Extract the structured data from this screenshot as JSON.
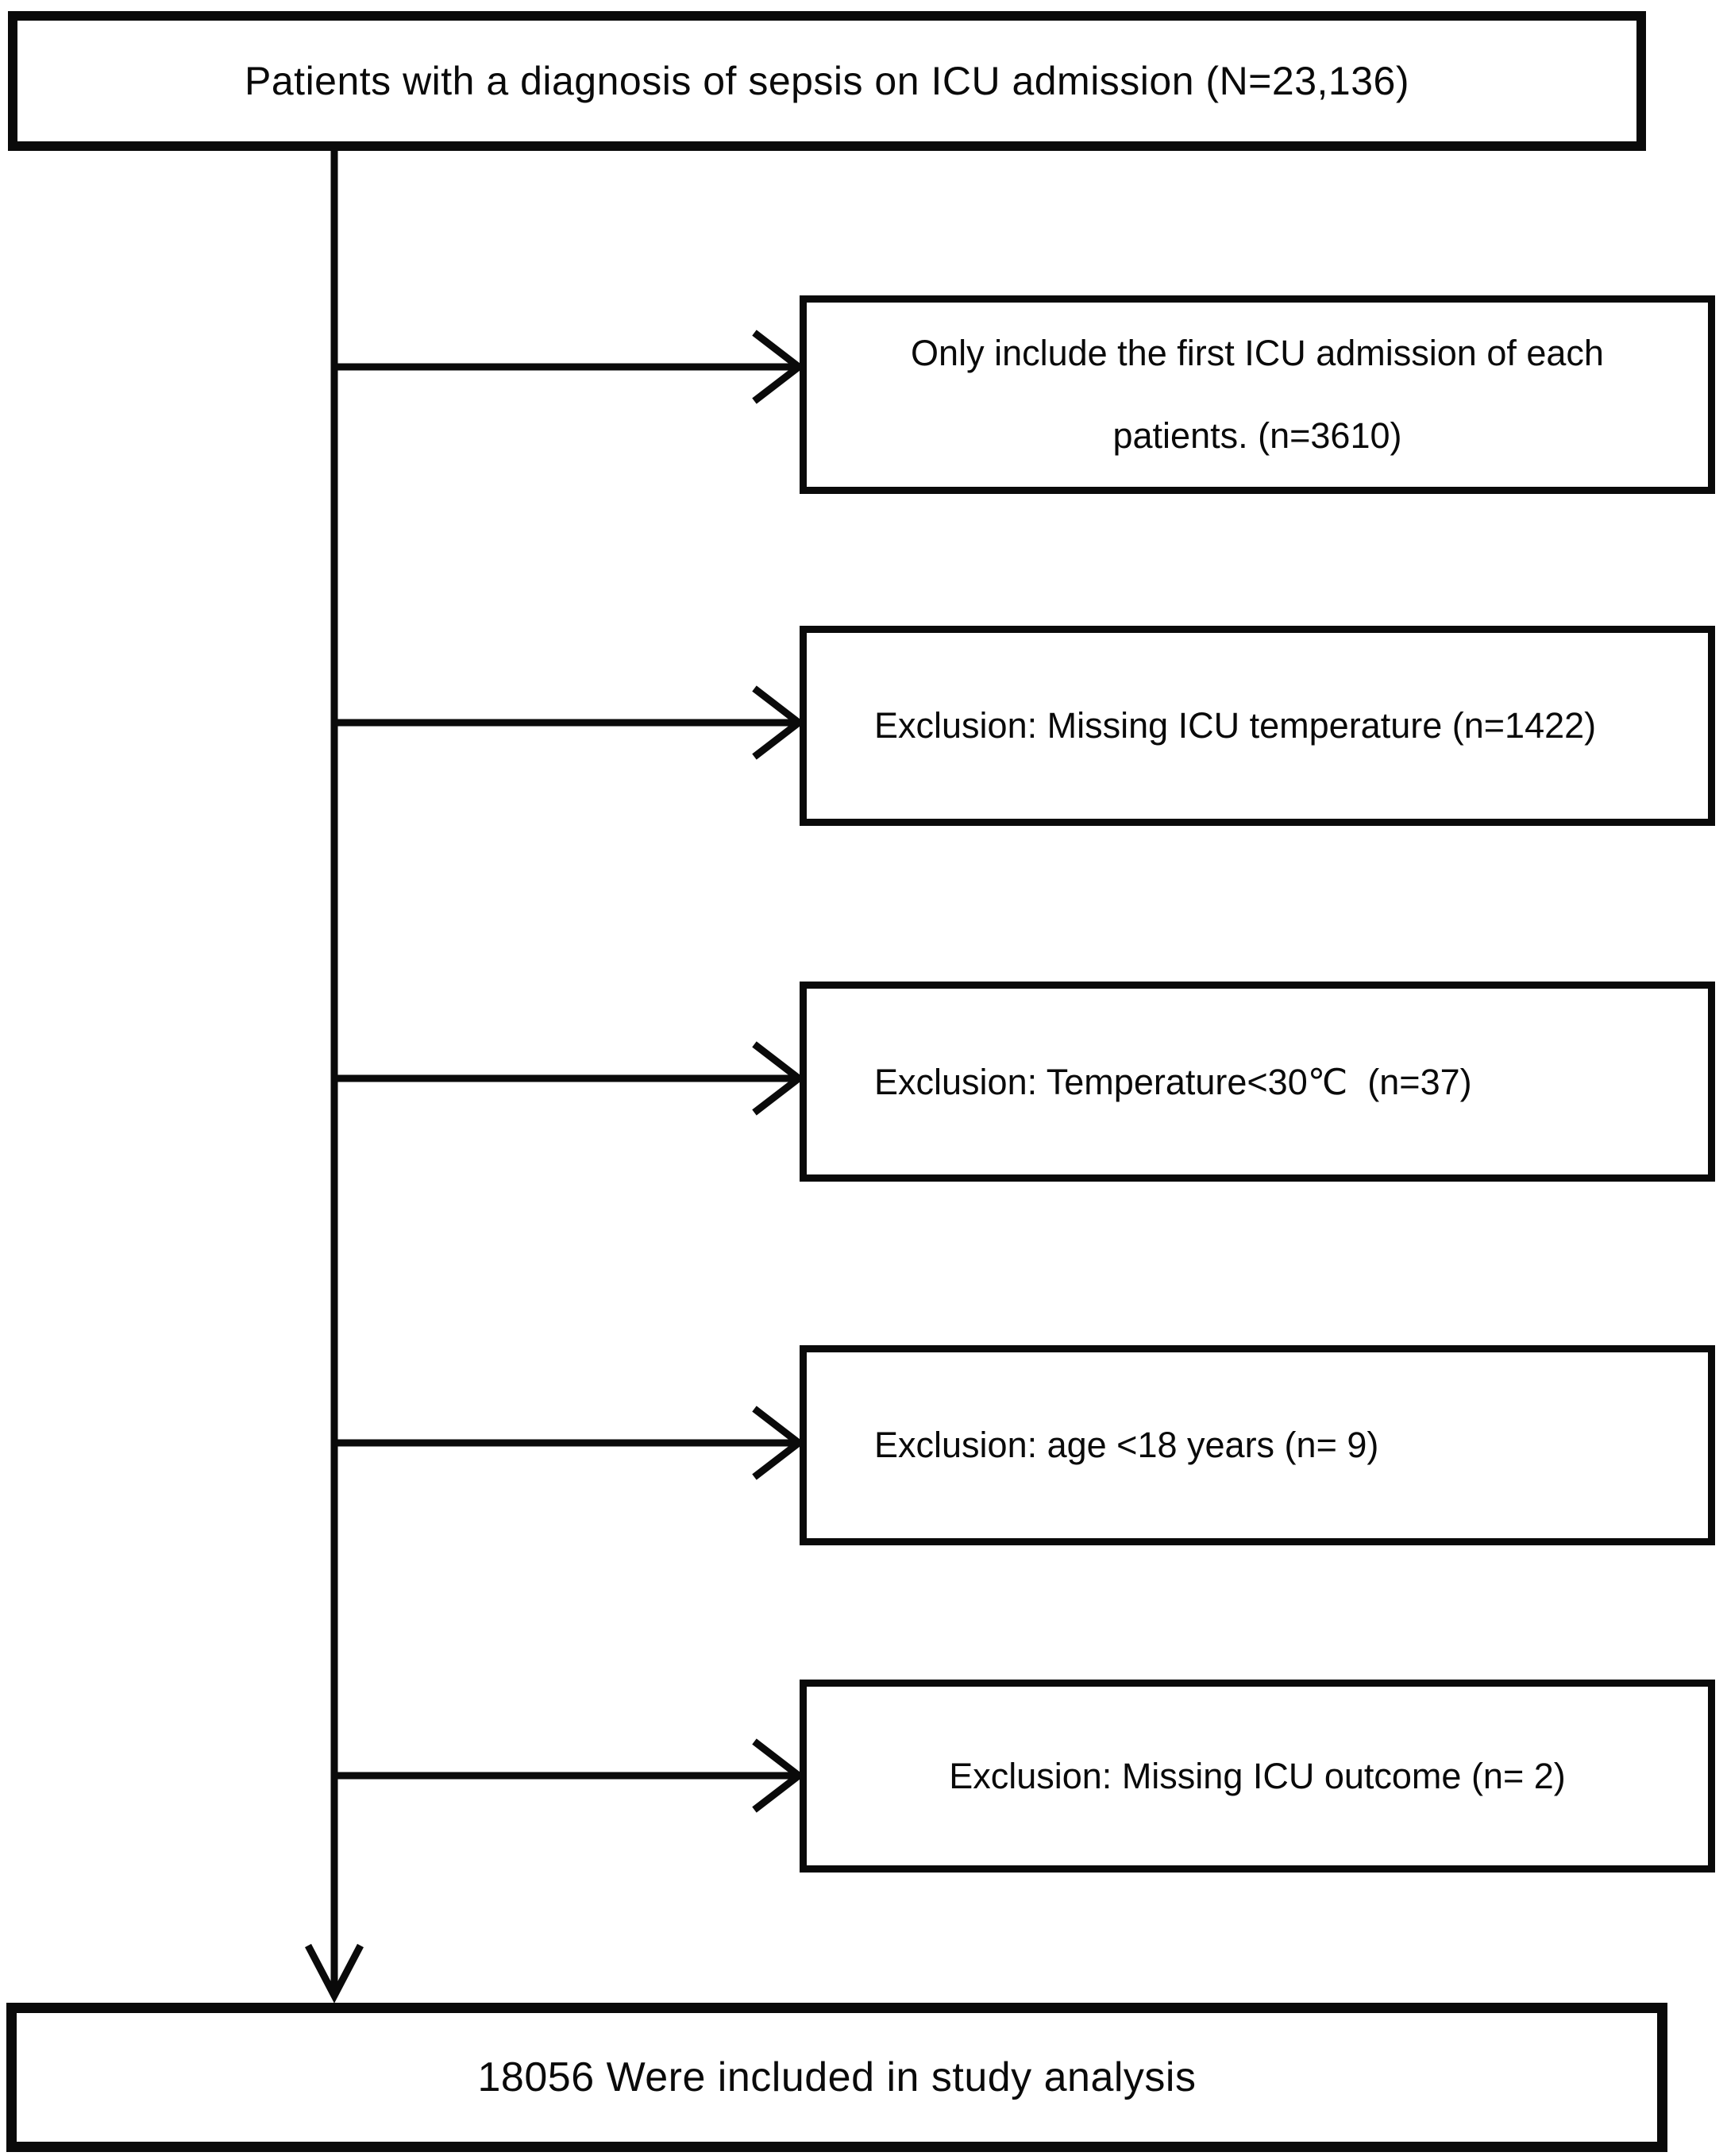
{
  "diagram": {
    "population_box": {
      "label": "Patients with a diagnosis of sepsis on ICU admission (N=23,136)"
    },
    "exclusion_boxes": [
      {
        "lines": [
          "Only include the first ICU admission of each",
          "patients. (n=3610)"
        ]
      },
      {
        "lines": [
          "Exclusion: Missing ICU temperature (n=1422)"
        ]
      },
      {
        "lines": [
          "Exclusion: Temperature<30℃  (n=37)"
        ]
      },
      {
        "lines": [
          "Exclusion: age <18 years (n= 9)"
        ]
      },
      {
        "lines": [
          "Exclusion: Missing ICU outcome (n= 2)"
        ]
      }
    ],
    "result_box": {
      "label": "18056 Were included in study analysis"
    }
  }
}
